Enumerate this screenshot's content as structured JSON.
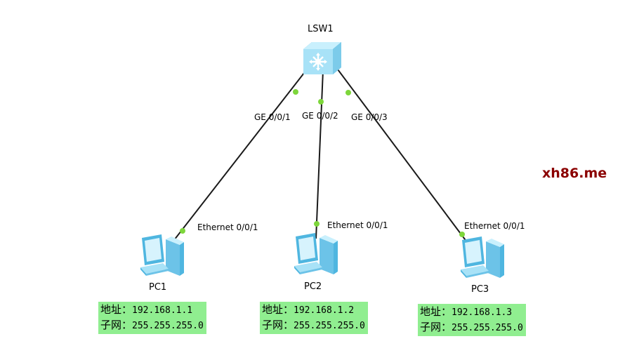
{
  "devices": {
    "switch": {
      "label": "LSW1",
      "icon": "switch-icon"
    },
    "pc1": {
      "label": "PC1",
      "icon": "pc-icon"
    },
    "pc2": {
      "label": "PC2",
      "icon": "pc-icon"
    },
    "pc3": {
      "label": "PC3",
      "icon": "pc-icon"
    }
  },
  "links": [
    {
      "switch_port": "GE 0/0/1",
      "pc_port": "Ethernet 0/0/1"
    },
    {
      "switch_port": "GE 0/0/2",
      "pc_port": "Ethernet 0/0/1"
    },
    {
      "switch_port": "GE 0/0/3",
      "pc_port": "Ethernet 0/0/1"
    }
  ],
  "ip_boxes": [
    {
      "addr_key": "地址",
      "addr_value": "192.168.1.1",
      "mask_key": "子网",
      "mask_value": "255.255.255.0"
    },
    {
      "addr_key": "地址",
      "addr_value": "192.168.1.2",
      "mask_key": "子网",
      "mask_value": "255.255.255.0"
    },
    {
      "addr_key": "地址",
      "addr_value": "192.168.1.3",
      "mask_key": "子网",
      "mask_value": "255.255.255.0"
    }
  ],
  "separator": "：",
  "watermark": "xh86.me",
  "colors": {
    "link": "#1a1a1a",
    "port_dot": "#7dd63b",
    "ip_box": "#90ee90",
    "watermark": "#8b0000",
    "device_body": "#a8e2f7",
    "device_dark": "#4fb6e0"
  }
}
